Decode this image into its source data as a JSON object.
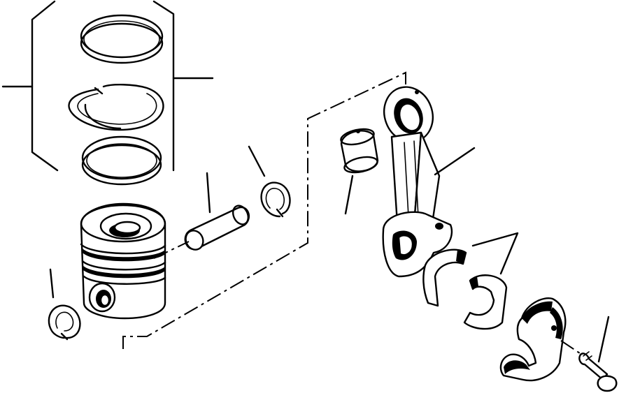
{
  "diagram": {
    "kind": "exploded-parts-view",
    "colors": {
      "ink": "#000000",
      "background": "#ffffff"
    },
    "parts": [
      {
        "name": "piston-ring-set"
      },
      {
        "name": "piston"
      },
      {
        "name": "piston-pin"
      },
      {
        "name": "snap-ring"
      },
      {
        "name": "snap-ring"
      },
      {
        "name": "piston-pin-bushing"
      },
      {
        "name": "connecting-rod"
      },
      {
        "name": "bearing-shell"
      },
      {
        "name": "bearing-shell"
      },
      {
        "name": "rod-cap"
      },
      {
        "name": "rod-bolt"
      }
    ]
  }
}
